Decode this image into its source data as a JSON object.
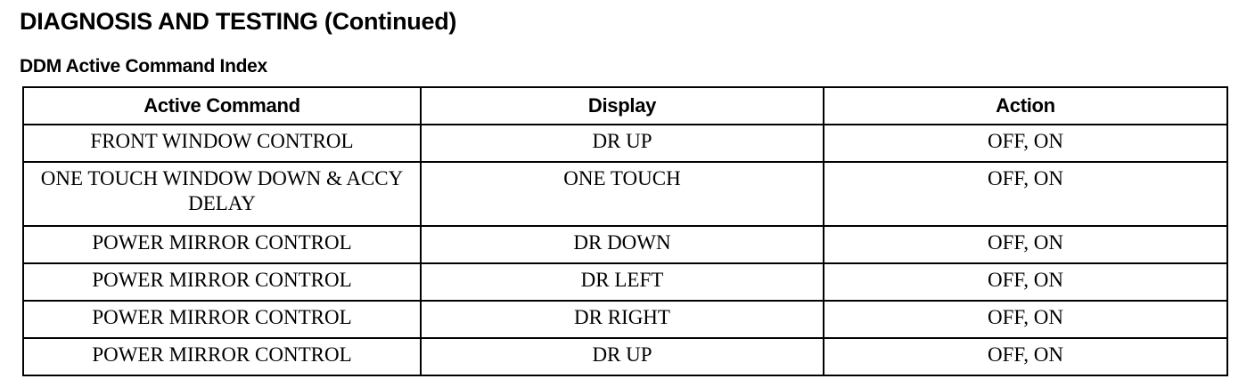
{
  "page_title": "DIAGNOSIS AND TESTING (Continued)",
  "section_title": "DDM Active Command Index",
  "table": {
    "headers": [
      "Active Command",
      "Display",
      "Action"
    ],
    "rows": [
      [
        "FRONT WINDOW CONTROL",
        "DR UP",
        "OFF, ON"
      ],
      [
        "ONE TOUCH WINDOW DOWN & ACCY DELAY",
        "ONE TOUCH",
        "OFF, ON"
      ],
      [
        "POWER MIRROR CONTROL",
        "DR DOWN",
        "OFF, ON"
      ],
      [
        "POWER MIRROR CONTROL",
        "DR LEFT",
        "OFF, ON"
      ],
      [
        "POWER MIRROR CONTROL",
        "DR RIGHT",
        "OFF, ON"
      ],
      [
        "POWER MIRROR CONTROL",
        "DR UP",
        "OFF, ON"
      ]
    ]
  }
}
